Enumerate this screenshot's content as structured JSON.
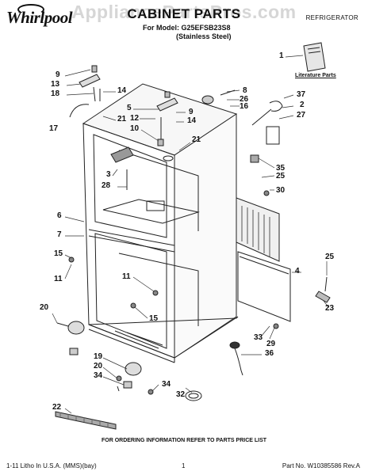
{
  "header": {
    "brand": "Whirlpool",
    "watermark": "AppliancePartsPros.com",
    "title": "CABINET PARTS",
    "model_line": "For Model: G25EFSB23S8",
    "finish_line": "(Stainless Steel)",
    "category": "REFRIGERATOR"
  },
  "literature_label": "Literature Parts",
  "callouts": [
    {
      "id": "c1",
      "text": "1"
    },
    {
      "id": "c9a",
      "text": "9"
    },
    {
      "id": "c13",
      "text": "13"
    },
    {
      "id": "c18",
      "text": "18"
    },
    {
      "id": "c14a",
      "text": "14"
    },
    {
      "id": "c21a",
      "text": "21"
    },
    {
      "id": "c17",
      "text": "17"
    },
    {
      "id": "c5",
      "text": "5"
    },
    {
      "id": "c12",
      "text": "12"
    },
    {
      "id": "c10",
      "text": "10"
    },
    {
      "id": "c9b",
      "text": "9"
    },
    {
      "id": "c14b",
      "text": "14"
    },
    {
      "id": "c21b",
      "text": "21"
    },
    {
      "id": "c8",
      "text": "8"
    },
    {
      "id": "c26",
      "text": "26"
    },
    {
      "id": "c16",
      "text": "16"
    },
    {
      "id": "c37",
      "text": "37"
    },
    {
      "id": "c2",
      "text": "2"
    },
    {
      "id": "c27",
      "text": "27"
    },
    {
      "id": "c3",
      "text": "3"
    },
    {
      "id": "c28",
      "text": "28"
    },
    {
      "id": "c35",
      "text": "35"
    },
    {
      "id": "c25a",
      "text": "25"
    },
    {
      "id": "c30",
      "text": "30"
    },
    {
      "id": "c6",
      "text": "6"
    },
    {
      "id": "c7",
      "text": "7"
    },
    {
      "id": "c15a",
      "text": "15"
    },
    {
      "id": "c11a",
      "text": "11"
    },
    {
      "id": "c4",
      "text": "4"
    },
    {
      "id": "c25b",
      "text": "25"
    },
    {
      "id": "c11b",
      "text": "11"
    },
    {
      "id": "c20a",
      "text": "20"
    },
    {
      "id": "c15b",
      "text": "15"
    },
    {
      "id": "c23",
      "text": "23"
    },
    {
      "id": "c33",
      "text": "33"
    },
    {
      "id": "c29",
      "text": "29"
    },
    {
      "id": "c36",
      "text": "36"
    },
    {
      "id": "c19",
      "text": "19"
    },
    {
      "id": "c20b",
      "text": "20"
    },
    {
      "id": "c34a",
      "text": "34"
    },
    {
      "id": "c34b",
      "text": "34"
    },
    {
      "id": "c32",
      "text": "32"
    },
    {
      "id": "c22",
      "text": "22"
    }
  ],
  "footer": {
    "ordering_note": "FOR ORDERING INFORMATION REFER TO PARTS PRICE LIST",
    "print_info": "1-11 Litho In U.S.A. (MMS)(bay)",
    "page": "1",
    "part_no": "Part No. W10385586 Rev.A"
  }
}
